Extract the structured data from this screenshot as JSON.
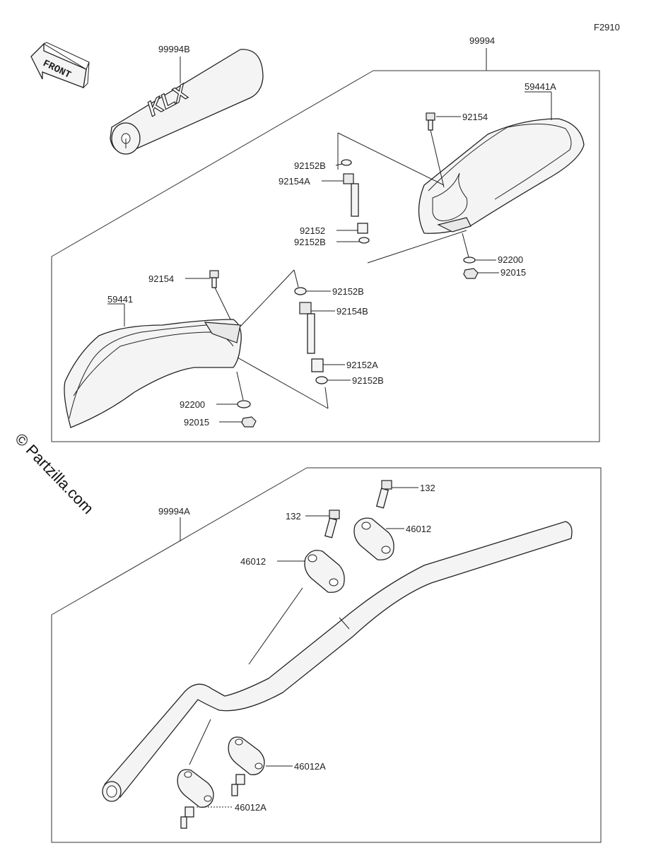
{
  "figure_code": "F2910",
  "front_label": "FRONT",
  "watermark": "© Partzilla.com",
  "pad_logo": "KLX",
  "labels": {
    "l99994B": "99994B",
    "l99994": "99994",
    "l59441A": "59441A",
    "l92154_top": "92154",
    "l92152B_1": "92152B",
    "l92154A": "92154A",
    "l92152": "92152",
    "l92152B_2": "92152B",
    "l92200_r": "92200",
    "l92015_r": "92015",
    "l92154_left": "92154",
    "l59441": "59441",
    "l92152B_3": "92152B",
    "l92154B": "92154B",
    "l92152A": "92152A",
    "l92152B_4": "92152B",
    "l92200_l": "92200",
    "l92015_l": "92015",
    "l99994A": "99994A",
    "l132_a": "132",
    "l132_b": "132",
    "l46012_a": "46012",
    "l46012_b": "46012",
    "l46012A_a": "46012A",
    "l46012A_b": "46012A"
  }
}
